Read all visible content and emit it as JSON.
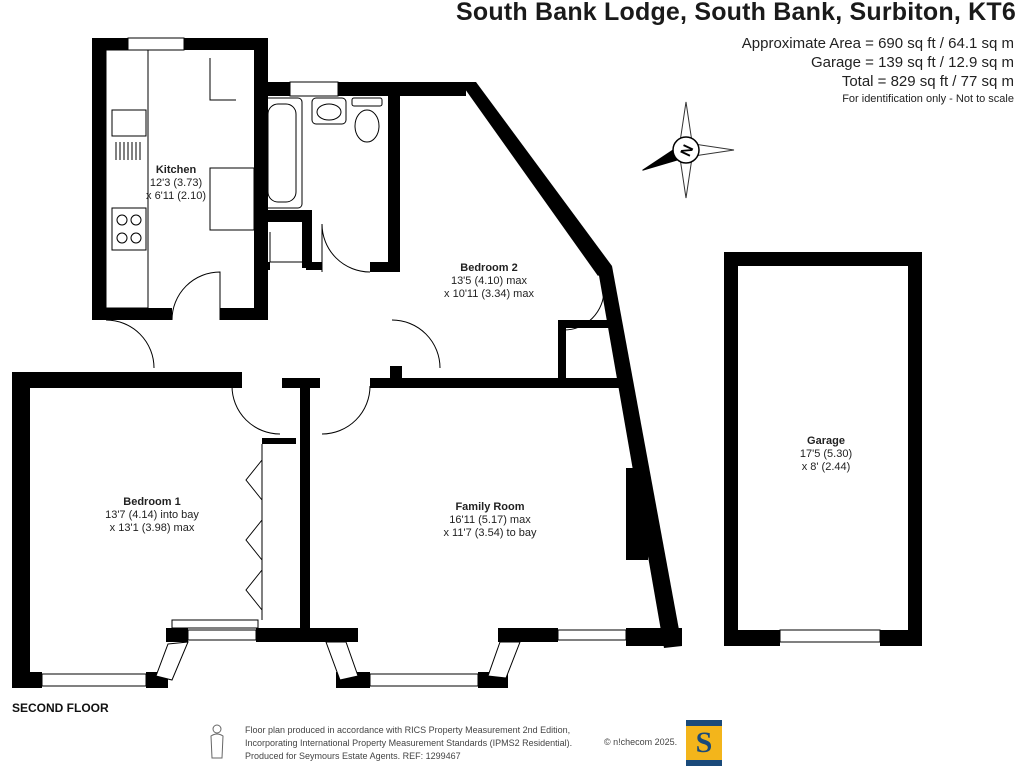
{
  "header": {
    "title": "South Bank Lodge, South Bank, Surbiton, KT6",
    "areas": [
      "Approximate Area = 690 sq ft / 64.1 sq m",
      "Garage = 139 sq ft / 12.9 sq m",
      "Total = 829 sq ft / 77 sq m"
    ],
    "note": "For identification only - Not to scale"
  },
  "compass": {
    "label": "N"
  },
  "rooms": {
    "kitchen": {
      "name": "Kitchen",
      "dim1": "12'3 (3.73)",
      "dim2": "x 6'11 (2.10)"
    },
    "bedroom2": {
      "name": "Bedroom 2",
      "dim1": "13'5 (4.10) max",
      "dim2": "x 10'11 (3.34) max"
    },
    "bedroom1": {
      "name": "Bedroom 1",
      "dim1": "13'7 (4.14) into bay",
      "dim2": "x 13'1 (3.98) max"
    },
    "family": {
      "name": "Family Room",
      "dim1": "16'11 (5.17) max",
      "dim2": "x 11'7 (3.54) to bay"
    },
    "garage": {
      "name": "Garage",
      "dim1": "17'5 (5.30)",
      "dim2": "x 8' (2.44)"
    }
  },
  "floor_label": "SECOND FLOOR",
  "footer": {
    "line1": "Floor plan produced in accordance with RICS Property Measurement 2nd Edition,",
    "line2": "Incorporating International Property Measurement Standards (IPMS2 Residential).",
    "line3": "Produced for Seymours Estate Agents.   REF: 1299467",
    "credit": "© n!checom 2025.",
    "logo_letter": "S"
  },
  "colors": {
    "wall": "#000000",
    "logo_blue": "#1a4a7a",
    "logo_gold": "#f3b51b"
  }
}
